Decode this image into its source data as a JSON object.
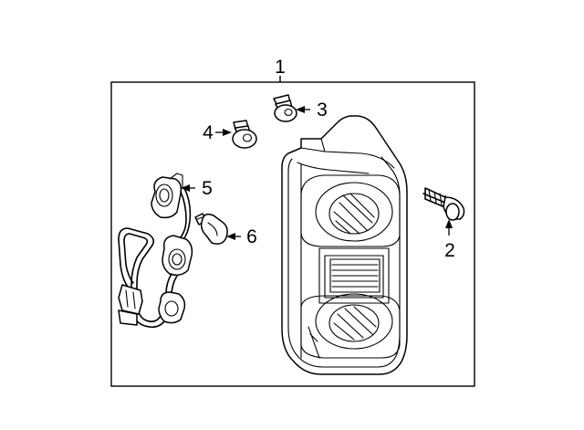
{
  "diagram": {
    "callouts": [
      {
        "id": "1",
        "label": "1"
      },
      {
        "id": "2",
        "label": "2"
      },
      {
        "id": "3",
        "label": "3"
      },
      {
        "id": "4",
        "label": "4"
      },
      {
        "id": "5",
        "label": "5"
      },
      {
        "id": "6",
        "label": "6"
      }
    ],
    "parts": [
      {
        "callout": "1",
        "icon": "tail-lamp-assembly"
      },
      {
        "callout": "2",
        "icon": "mounting-screw"
      },
      {
        "callout": "3",
        "icon": "grommet"
      },
      {
        "callout": "4",
        "icon": "grommet"
      },
      {
        "callout": "5",
        "icon": "bulb-socket-harness"
      },
      {
        "callout": "6",
        "icon": "bulb"
      }
    ]
  }
}
